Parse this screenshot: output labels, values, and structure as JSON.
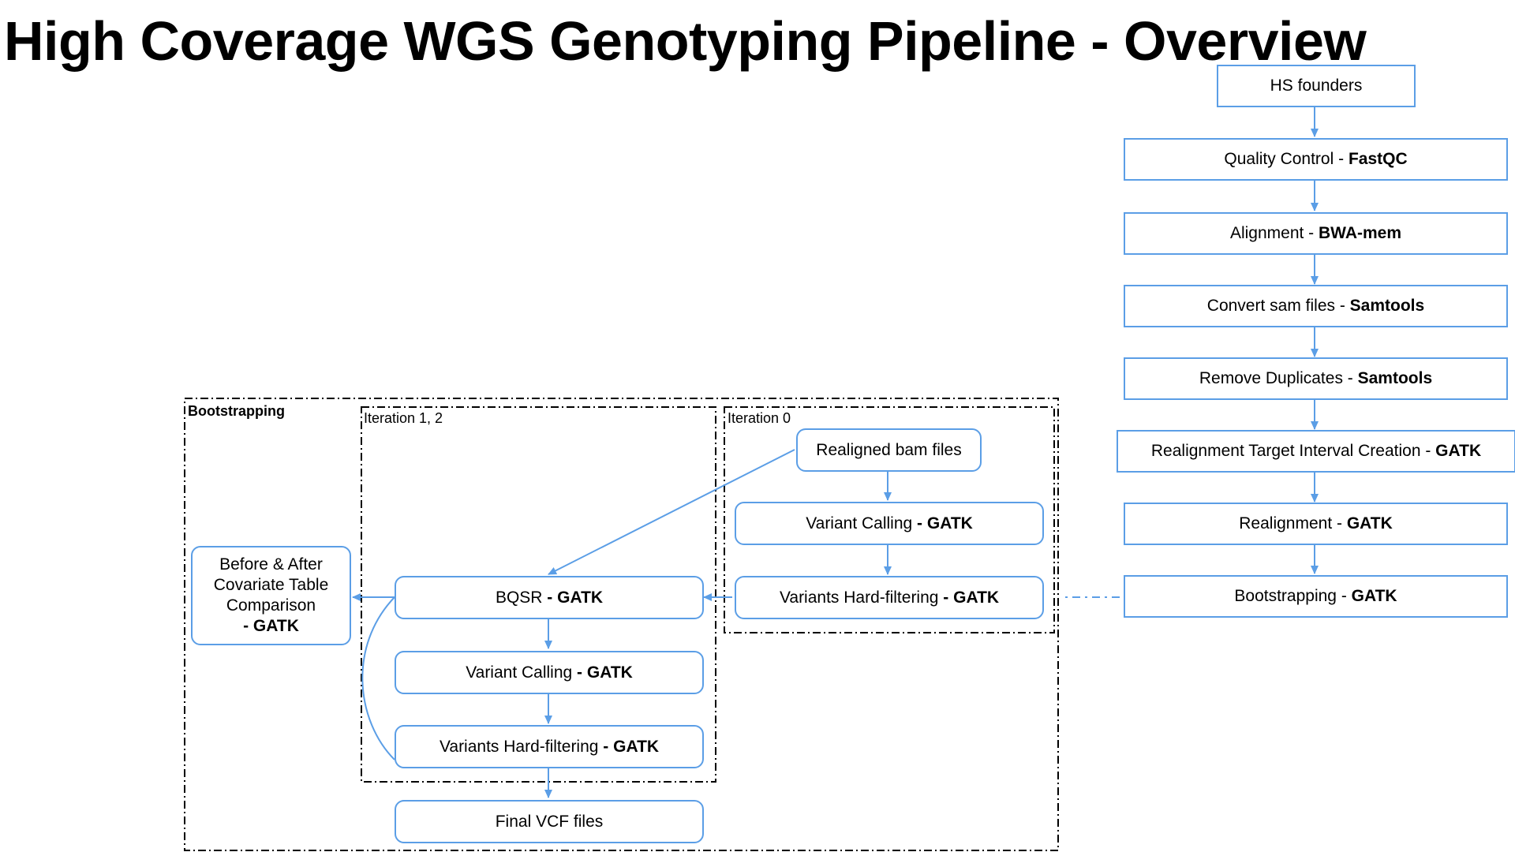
{
  "title": "High Coverage WGS Genotyping Pipeline - Overview",
  "frames": {
    "bootstrapping": "Bootstrapping",
    "iteration12": "Iteration 1, 2",
    "iteration0": "Iteration 0"
  },
  "pipeline": {
    "hs_founders": "HS founders",
    "qc": {
      "text": "Quality Control - ",
      "tool": "FastQC"
    },
    "alignment": {
      "text": "Alignment - ",
      "tool": "BWA-mem"
    },
    "convert": {
      "text": "Convert sam files - ",
      "tool": "Samtools"
    },
    "dedup": {
      "text": "Remove Duplicates - ",
      "tool": "Samtools"
    },
    "rtc": {
      "text": "Realignment Target Interval Creation - ",
      "tool": "GATK"
    },
    "realign": {
      "text": "Realignment - ",
      "tool": "GATK"
    },
    "bootstrap": {
      "text": "Bootstrapping - ",
      "tool": "GATK"
    }
  },
  "iteration0": {
    "realigned_bam": "Realigned bam files",
    "variant_calling": {
      "text": "Variant Calling ",
      "tool": "- GATK"
    },
    "hard_filter": {
      "text": "Variants Hard-filtering ",
      "tool": "- GATK"
    }
  },
  "iteration12": {
    "bqsr": {
      "text": "BQSR ",
      "tool": "- GATK"
    },
    "variant_calling": {
      "text": "Variant Calling ",
      "tool": "- GATK"
    },
    "hard_filter": {
      "text": "Variants Hard-filtering ",
      "tool": "- GATK"
    }
  },
  "final_vcf": "Final VCF files",
  "covariate": {
    "line1": "Before & After",
    "line2": "Covariate Table",
    "line3": "Comparison",
    "line4": "- GATK"
  },
  "colors": {
    "node_border": "#5b9ee6",
    "arrow": "#5b9ee6",
    "frame": "#000000"
  }
}
